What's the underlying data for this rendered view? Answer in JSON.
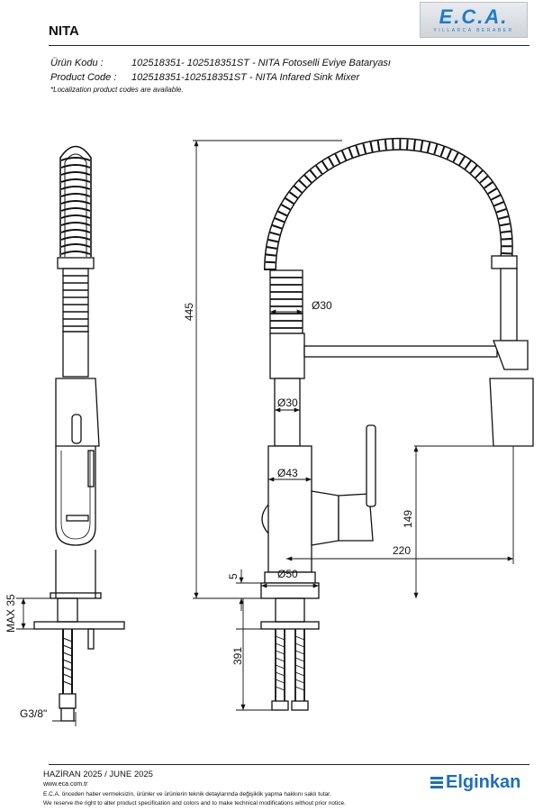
{
  "header": {
    "title": "NITA",
    "logo_text": "E.C.A.",
    "logo_slogan": "YILLARCA BERABER"
  },
  "product": {
    "code_tr_label": "Ürün Kodu :",
    "code_tr_value": "102518351- 102518351ST - NITA Fotoselli Eviye Bataryası",
    "code_en_label": "Product Code :",
    "code_en_value": "102518351-102518351ST - NITA Infared Sink Mixer",
    "note": "*Localization product codes are available."
  },
  "dimensions": {
    "height_445": "445",
    "dia_30_top": "Ø30",
    "dia_30_body": "Ø30",
    "dia_43": "Ø43",
    "dia_50": "Ø50",
    "height_149": "149",
    "reach_220": "220",
    "base_5": "5",
    "hose_391": "391",
    "max_35": "MAX 35",
    "thread": "G3/8\""
  },
  "footer": {
    "date": "HAZİRAN 2025 / JUNE 2025",
    "url": "www.eca.com.tr",
    "disclaimer_tr": "E.C.A. önceden haber vermeksizin, ürünler ve ürünlerin teknik detaylarında değişiklik yapma hakkını saklı tutar.",
    "disclaimer_en": "We reserve the right to alter product specification and colors and to make technical modifications without prior notice.",
    "brand": "Elginkan"
  }
}
